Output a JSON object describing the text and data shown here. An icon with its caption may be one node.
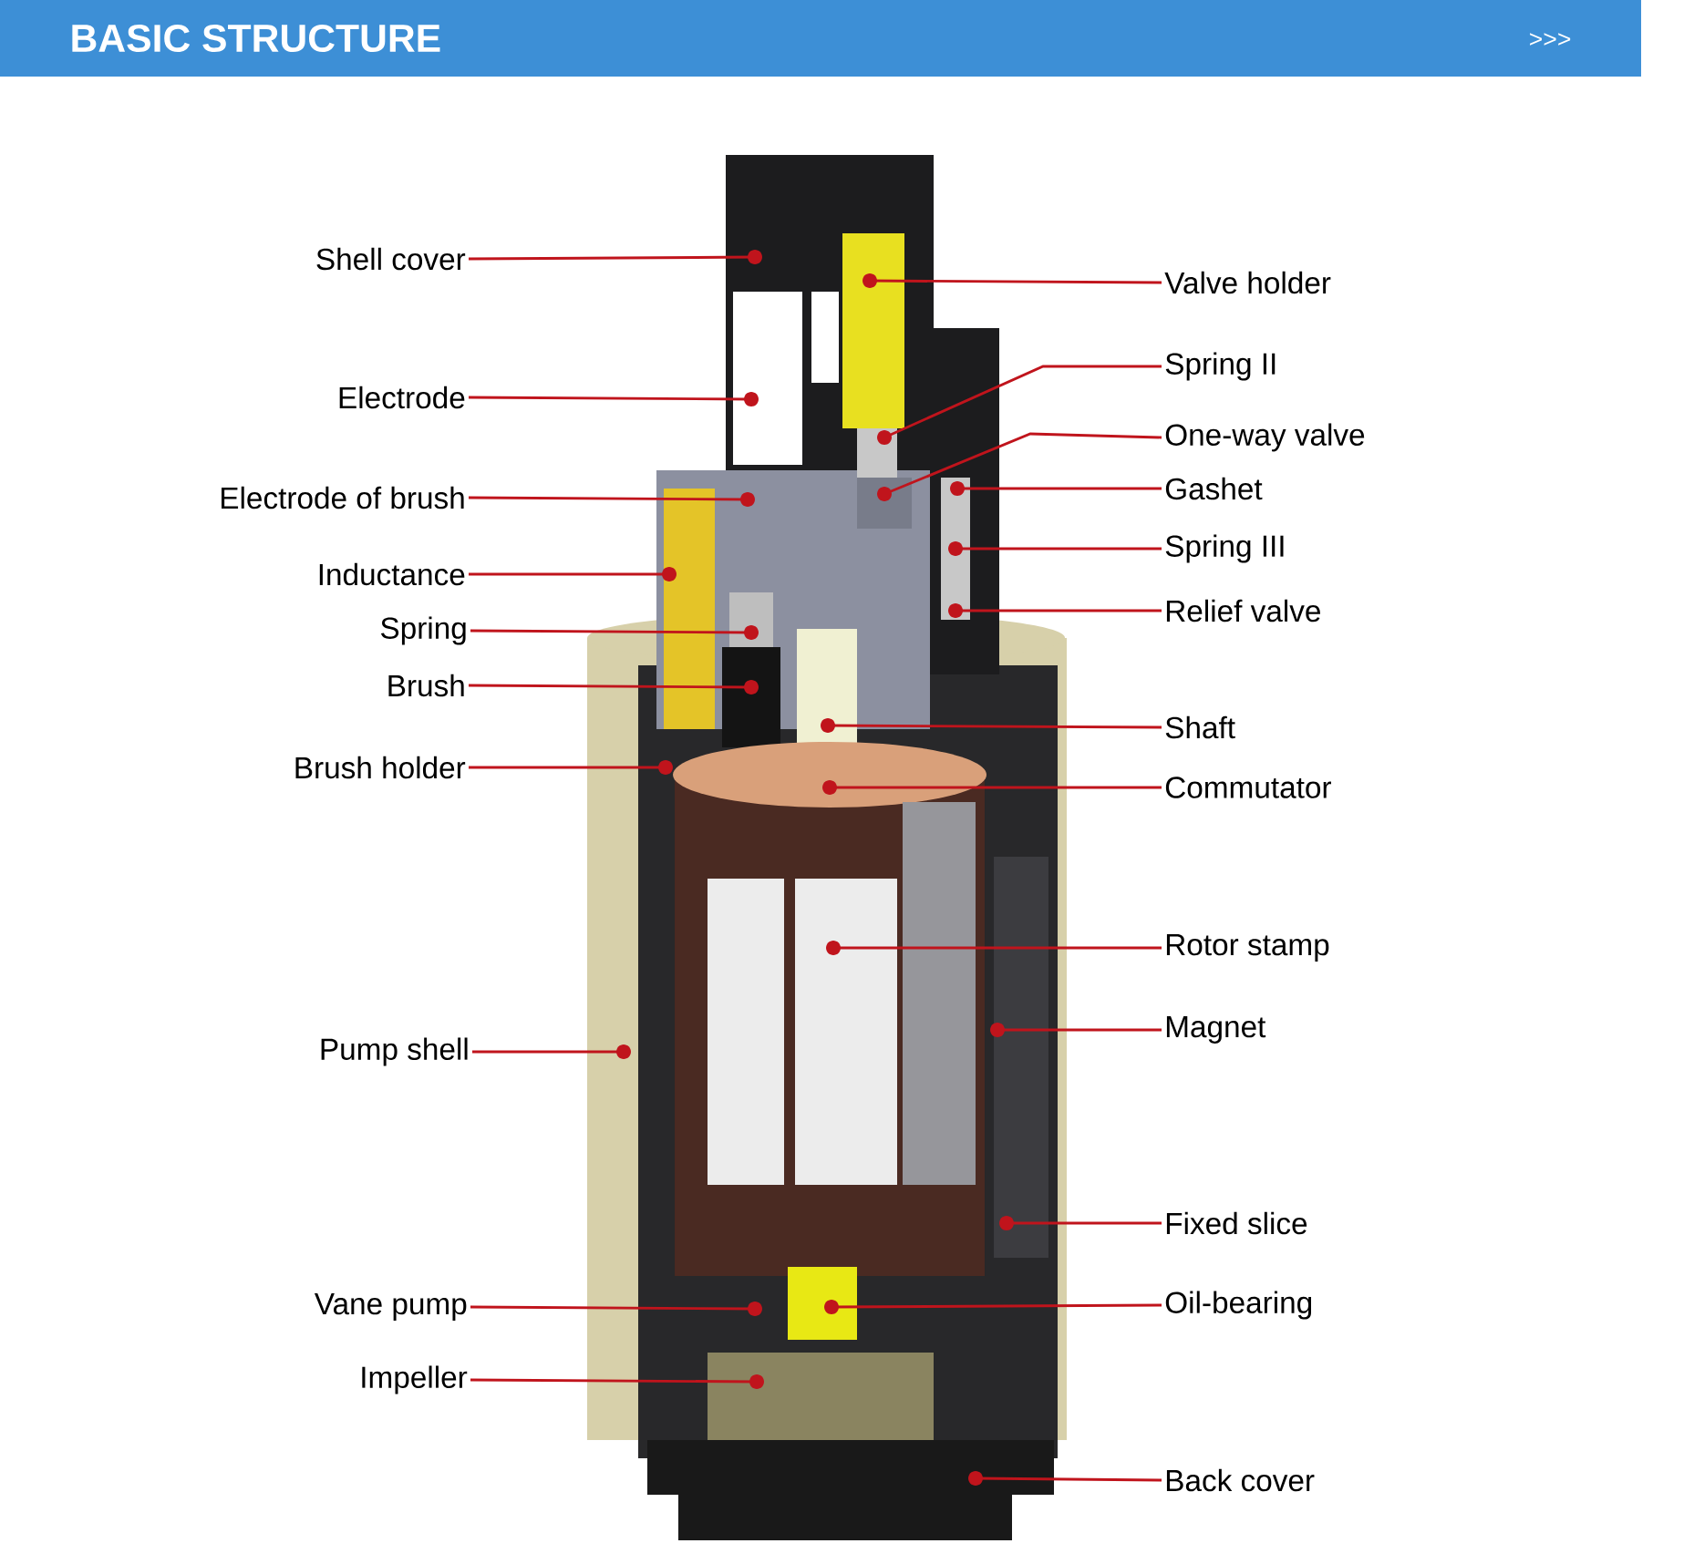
{
  "diagram": {
    "title": "BASIC STRUCTURE",
    "nodes": [
      {
        "text": [
          "Shell cover"
        ]
      },
      {
        "text": [
          "Electrode"
        ]
      },
      {
        "text": [
          "Electrode of brush"
        ]
      },
      {
        "text": [
          "Inductance"
        ]
      },
      {
        "text": [
          "Spring"
        ]
      },
      {
        "text": [
          "Brush"
        ]
      },
      {
        "text": [
          "Brush holder"
        ]
      },
      {
        "text": [
          "Pump shell"
        ]
      },
      {
        "text": [
          "Vane pump"
        ]
      },
      {
        "text": [
          "Impeller"
        ]
      },
      {
        "text": [
          "Valve holder"
        ]
      },
      {
        "text": [
          "Spring II"
        ]
      },
      {
        "text": [
          "One-way valve"
        ]
      },
      {
        "text": [
          "Gashet"
        ]
      },
      {
        "text": [
          "Spring III"
        ]
      },
      {
        "text": [
          "Relief valve"
        ]
      },
      {
        "text": [
          "Shaft"
        ]
      },
      {
        "text": [
          "Commutator"
        ]
      },
      {
        "text": [
          "Rotor stamp"
        ]
      },
      {
        "text": [
          "Magnet"
        ]
      },
      {
        "text": [
          "Fixed slice"
        ]
      },
      {
        "text": [
          "Oil-bearing"
        ]
      },
      {
        "text": [
          "Back cover"
        ]
      }
    ],
    "edges": [
      {
        "from": 0,
        "to": null,
        "arrow": "other"
      },
      {
        "from": 1,
        "to": null,
        "arrow": "other"
      },
      {
        "from": 2,
        "to": null,
        "arrow": "other"
      },
      {
        "from": 3,
        "to": null,
        "arrow": "other"
      },
      {
        "from": 4,
        "to": null,
        "arrow": "other"
      },
      {
        "from": 5,
        "to": null,
        "arrow": "other"
      },
      {
        "from": 6,
        "to": null,
        "arrow": "other"
      },
      {
        "from": 7,
        "to": null,
        "arrow": "other"
      },
      {
        "from": 8,
        "to": null,
        "arrow": "other"
      },
      {
        "from": 9,
        "to": null,
        "arrow": "other"
      },
      {
        "from": 10,
        "to": null,
        "arrow": "other"
      },
      {
        "from": 11,
        "to": null,
        "arrow": "other"
      },
      {
        "from": 12,
        "to": null,
        "arrow": "other"
      },
      {
        "from": 13,
        "to": null,
        "arrow": "other"
      },
      {
        "from": 14,
        "to": null,
        "arrow": "other"
      },
      {
        "from": 15,
        "to": null,
        "arrow": "other"
      },
      {
        "from": 16,
        "to": null,
        "arrow": "other"
      },
      {
        "from": 17,
        "to": null,
        "arrow": "other"
      },
      {
        "from": 18,
        "to": null,
        "arrow": "other"
      },
      {
        "from": 19,
        "to": null,
        "arrow": "other"
      },
      {
        "from": 20,
        "to": null,
        "arrow": "other"
      },
      {
        "from": 21,
        "to": null,
        "arrow": "other"
      },
      {
        "from": 22,
        "to": null,
        "arrow": "other"
      }
    ],
    "labels": [
      ">>>"
    ]
  }
}
